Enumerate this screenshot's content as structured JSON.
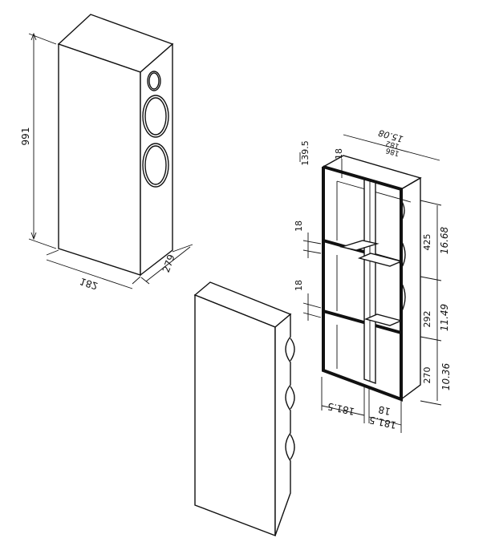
{
  "dimensions": {
    "height_total": "991",
    "width_front": "182",
    "depth": "279",
    "top_depth": "139.5",
    "top_thickness": "18",
    "width_top_a": "182",
    "width_top_b": "186",
    "width_top_hand": "15.08",
    "shelf_thickness_1": "18",
    "shelf_thickness_2": "18",
    "sec_upper": "425",
    "sec_upper_hand": "16.68",
    "sec_middle": "292",
    "sec_middle_hand": "11.49",
    "sec_lower": "270",
    "sec_lower_hand": "10.36",
    "bottom_left": "181.5",
    "bottom_mid": "18",
    "bottom_right": "181.5"
  }
}
